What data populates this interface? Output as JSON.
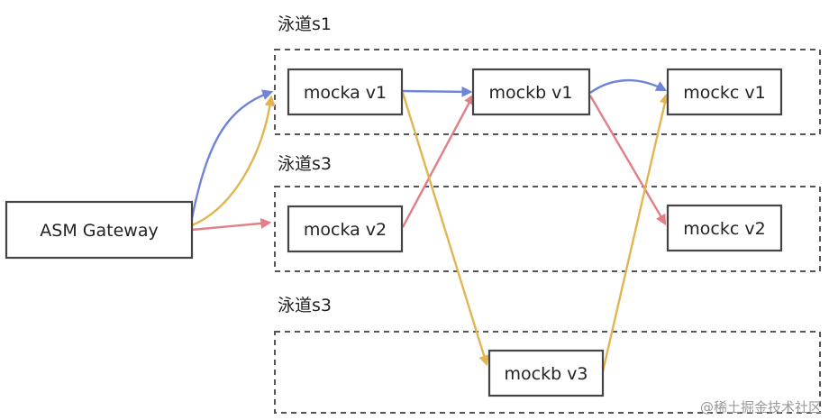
{
  "colors": {
    "blue": "#6f84d6",
    "red": "#e07f86",
    "yellow": "#e2b552"
  },
  "lanes": [
    {
      "title": "泳道s1"
    },
    {
      "title": "泳道s3"
    },
    {
      "title": "泳道s3"
    }
  ],
  "nodes": {
    "gateway": "ASM Gateway",
    "mocka_v1": "mocka v1",
    "mocka_v2": "mocka v2",
    "mockb_v1": "mockb v1",
    "mockb_v3": "mockb v3",
    "mockc_v1": "mockc v1",
    "mockc_v2": "mockc v2"
  },
  "watermark": "@稀土掘金技术社区"
}
